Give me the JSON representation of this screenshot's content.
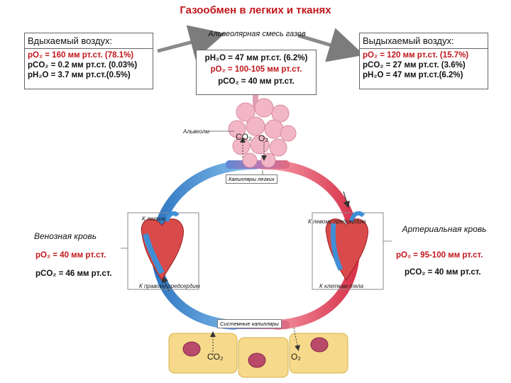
{
  "title": "Газообмен в легких и тканях",
  "inhaled": {
    "header": "Вдыхаемый воздух:",
    "line1": "pO₂ = 160 мм рт.ст. (78.1%)",
    "line2": "pCO₂ = 0.2 мм рт.ст. (0.03%)",
    "line3": "pH₂O = 3.7 мм рт.ст.(0.5%)"
  },
  "alveolar": {
    "header": "Альвеолярная смесь газов",
    "line1": "pH₂O = 47 мм рт.ст. (6.2%)",
    "line2": "pO₂ = 100-105 мм рт.ст.",
    "line3": "pCO₂ = 40 мм рт.ст."
  },
  "exhaled": {
    "header": "Выдыхаемый воздух:",
    "line1": "pO₂ = 120 мм рт.ст. (15.7%)",
    "line2": "pCO₂ = 27 мм рт.ст. (3.6%)",
    "line3": "pH₂O = 47 мм рт.ст.(6.2%)"
  },
  "labels": {
    "alveoli": "Альвеолы",
    "lung_capillaries": "Капилляры легких",
    "to_lungs": "К легким",
    "to_left_atrium": "К левому предсердию",
    "to_right_atrium": "К правому предсердию",
    "to_body_cells": "К клеткам тела",
    "systemic_capillaries": "Системные капилляры",
    "co2": "CO₂",
    "o2": "O₂"
  },
  "venous": {
    "header": "Венозная кровь",
    "po2": "pO₂ = 40 мм рт.ст.",
    "pco2": "pCO₂ = 46 мм рт.ст."
  },
  "arterial": {
    "header": "Артериальная кровь",
    "po2": "pO₂ = 95-100 мм рт.ст.",
    "pco2": "pCO₂ = 40 мм рт.ст."
  },
  "colors": {
    "venous": "#3f8fd6",
    "arterial": "#e0485a",
    "alveoli": "#f2b6c6",
    "cells": "#f6d98a",
    "title": "#c0161b"
  }
}
